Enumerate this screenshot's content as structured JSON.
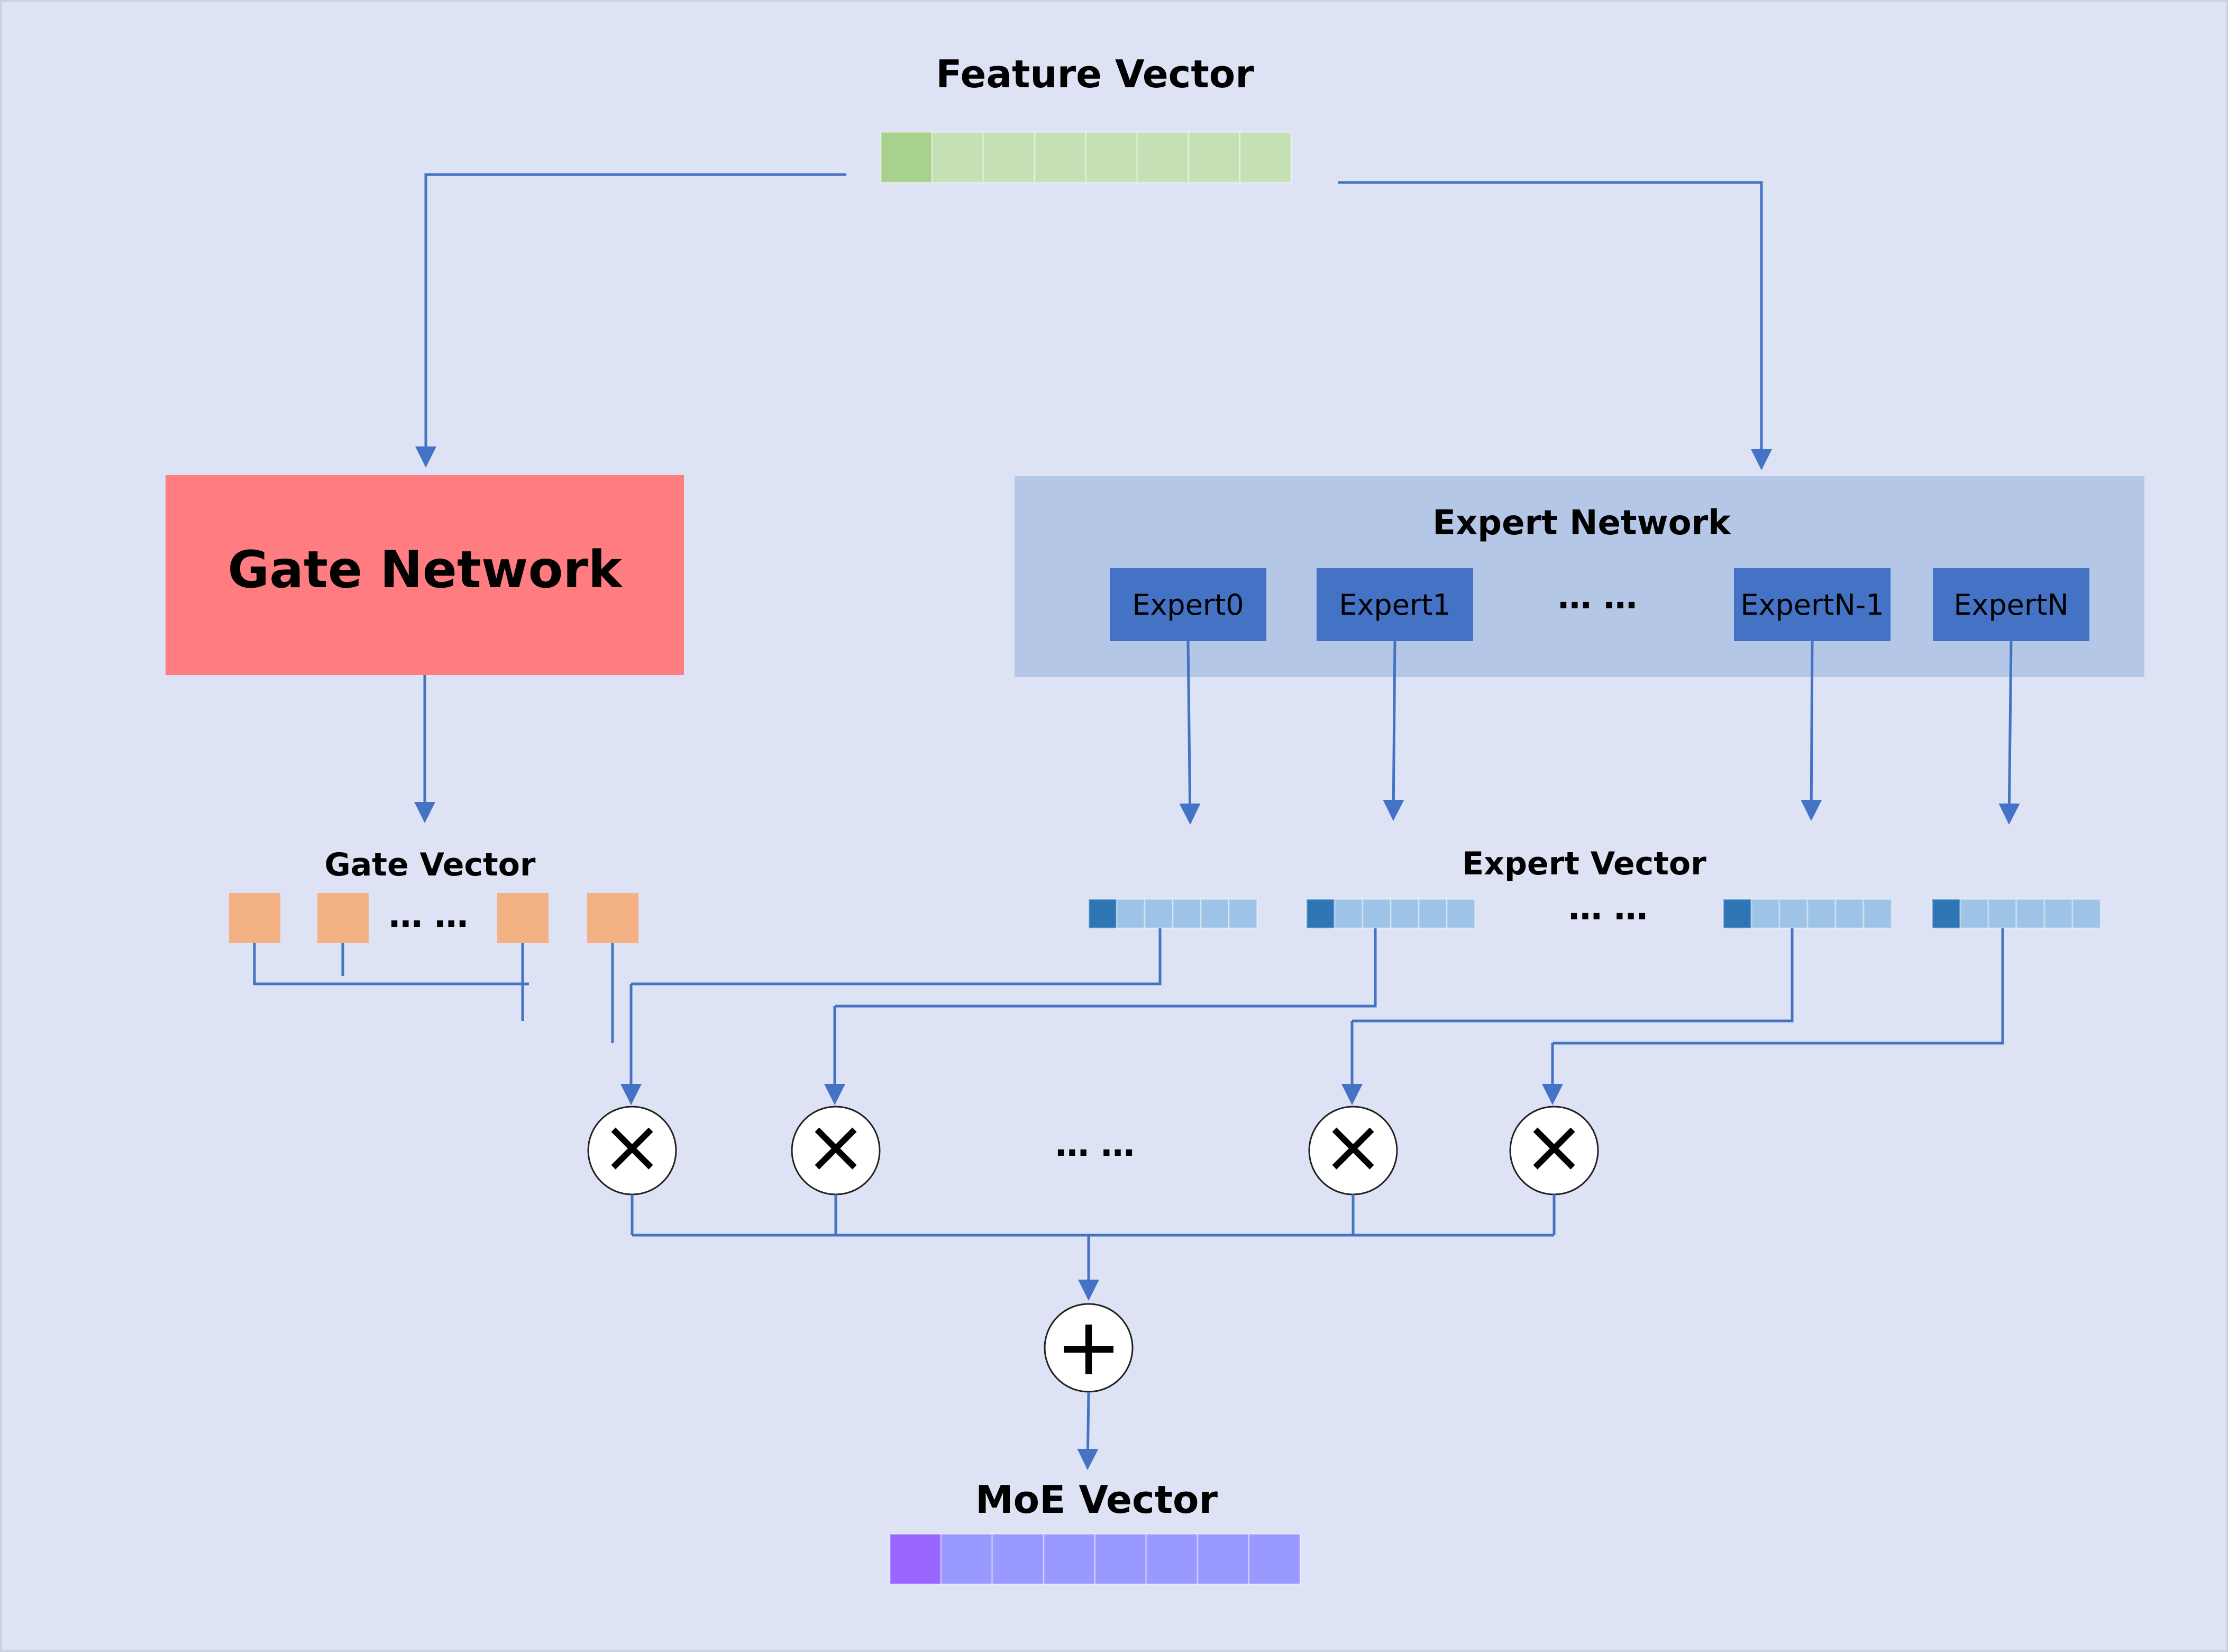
{
  "titles": {
    "feature_vector": "Feature Vector",
    "gate_network": "Gate Network",
    "expert_network": "Expert Network",
    "gate_vector": "Gate Vector",
    "expert_vector": "Expert Vector",
    "moe_vector": "MoE Vector"
  },
  "experts": [
    "Expert0",
    "Expert1",
    "ExpertN-1",
    "ExpertN"
  ],
  "ellipsis": "… …",
  "operators": {
    "multiply": "×",
    "add": "+"
  },
  "colors": {
    "background": "#dde3f4",
    "connector": "#4472c4",
    "feature_head": "#a8d18d",
    "feature_body": "#c5e0b4",
    "gate_network": "#ff7c80",
    "expert_network_panel": "#b4c7e7",
    "expert_box": "#4472c4",
    "gate_cell": "#f4b183",
    "expert_vec_head": "#2e75b6",
    "expert_vec_body": "#9dc3e6",
    "moe_head": "#9966ff",
    "moe_body": "#9999ff"
  }
}
